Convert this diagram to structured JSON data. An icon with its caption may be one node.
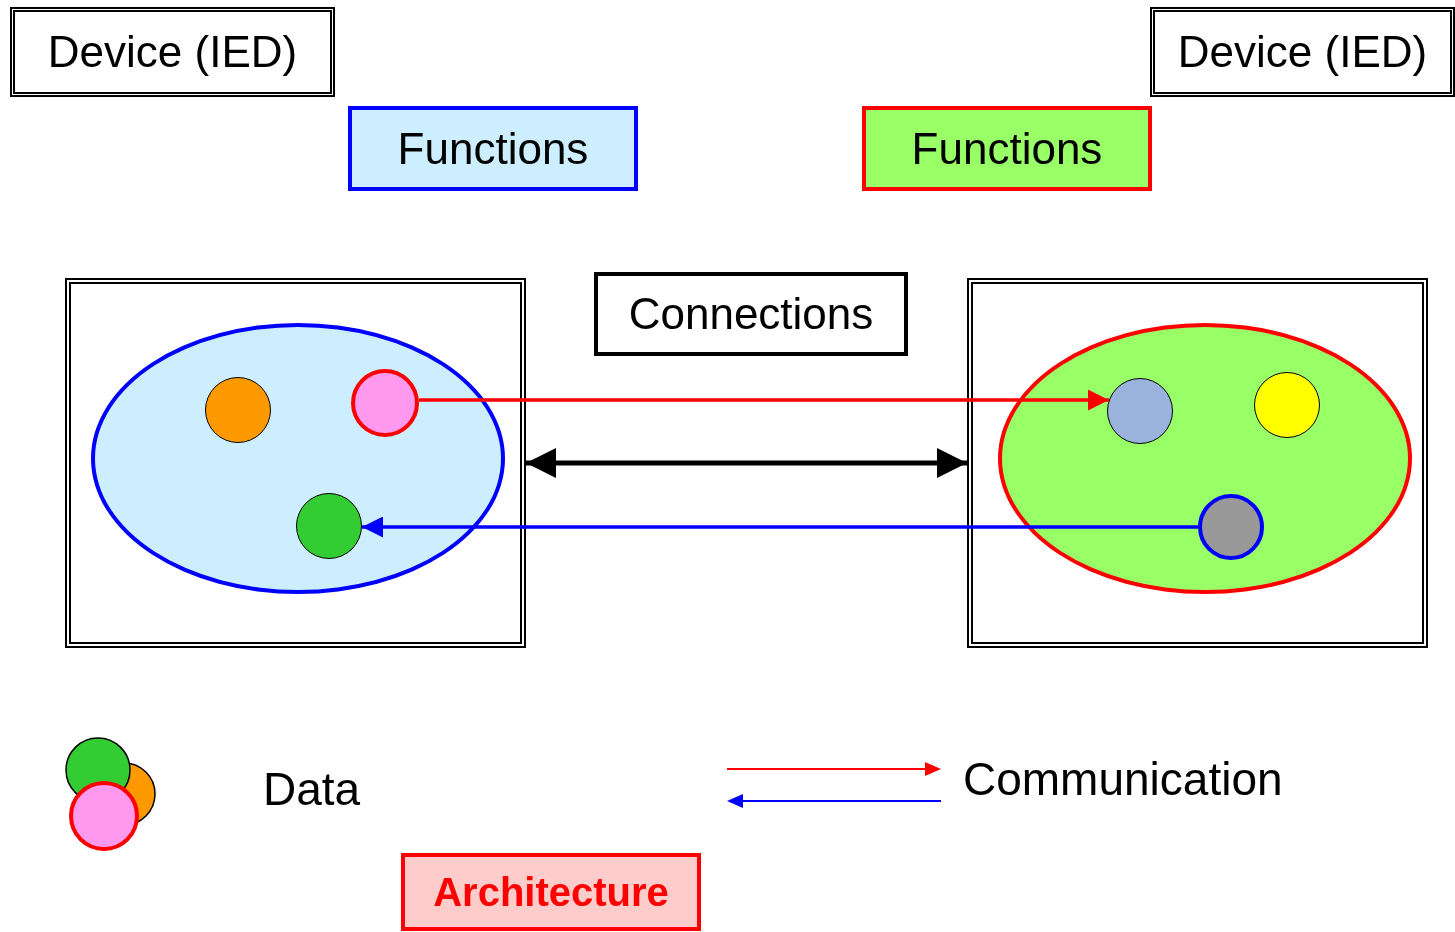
{
  "diagram": {
    "nodes": [
      {
        "text": [
          "Device (IED)"
        ]
      },
      {
        "text": [
          "Device (IED)"
        ]
      },
      {
        "text": [
          "Functions"
        ]
      },
      {
        "text": [
          "Functions"
        ]
      },
      {
        "text": [
          "Connections"
        ]
      },
      {
        "text": [],
        "shape": "box"
      },
      {
        "text": [],
        "shape": "ellipse",
        "in": 5
      },
      {
        "text": [],
        "shape": "circle",
        "in": 6
      },
      {
        "text": [],
        "shape": "circle",
        "in": 6
      },
      {
        "text": [],
        "shape": "circle",
        "in": 6
      },
      {
        "text": [],
        "shape": "box"
      },
      {
        "text": [],
        "shape": "ellipse",
        "in": 10
      },
      {
        "text": [],
        "shape": "circle",
        "in": 11
      },
      {
        "text": [],
        "shape": "circle",
        "in": 11
      },
      {
        "text": [],
        "shape": "circle",
        "in": 11
      },
      {
        "text": [
          "Architecture"
        ]
      }
    ],
    "edges": [
      {
        "from": 8,
        "to": 12,
        "arrow": "to",
        "color": "#ff0000"
      },
      {
        "from": 5,
        "to": 10,
        "arrow": "both",
        "color": "#000000"
      },
      {
        "from": 14,
        "to": 9,
        "arrow": "to",
        "color": "#0000ff"
      }
    ],
    "legend": [
      {
        "text": "Data"
      },
      {
        "text": "Communication"
      }
    ]
  }
}
